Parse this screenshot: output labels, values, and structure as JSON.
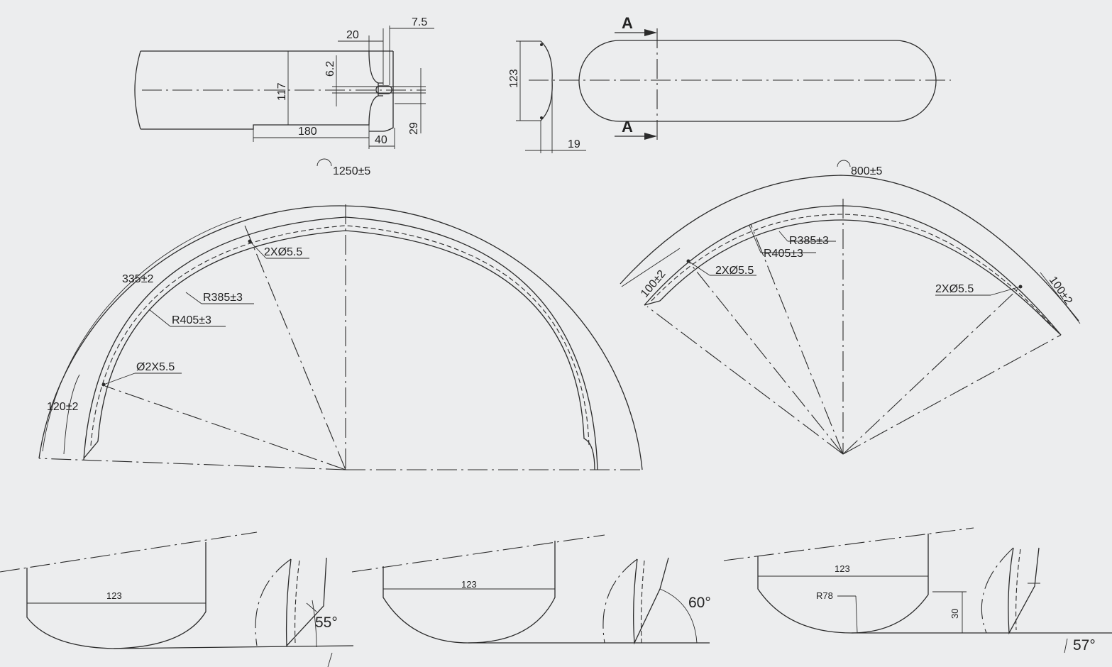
{
  "profile_view": {
    "dim_20": "20",
    "dim_7_5": "7.5",
    "dim_6_2": "6.2",
    "dim_117": "117",
    "dim_180": "180",
    "dim_40": "40",
    "dim_29": "29"
  },
  "plan_view": {
    "section_mark_top": "A",
    "section_mark_bottom": "A",
    "dim_123": "123",
    "dim_19": "19"
  },
  "large_fender": {
    "arc_length": "1250±5",
    "dim_335": "335±2",
    "dim_120": "120±2",
    "radius_inner": "R385±3",
    "radius_outer": "R405±3",
    "hole_top": "2XØ5.5",
    "hole_left": "Ø2X5.5"
  },
  "small_fender": {
    "arc_length": "800±5",
    "radius_inner": "R385±3",
    "radius_outer": "R405±3",
    "hole_left": "2XØ5.5",
    "hole_right": "2XØ5.5",
    "dim_left": "100±2",
    "dim_right": "100±2"
  },
  "sections": {
    "s1": {
      "width": "123",
      "angle": "55°"
    },
    "s2": {
      "width": "123",
      "angle": "60°"
    },
    "s3": {
      "width": "123",
      "radius": "R78",
      "height": "30",
      "angle": "57°"
    }
  }
}
